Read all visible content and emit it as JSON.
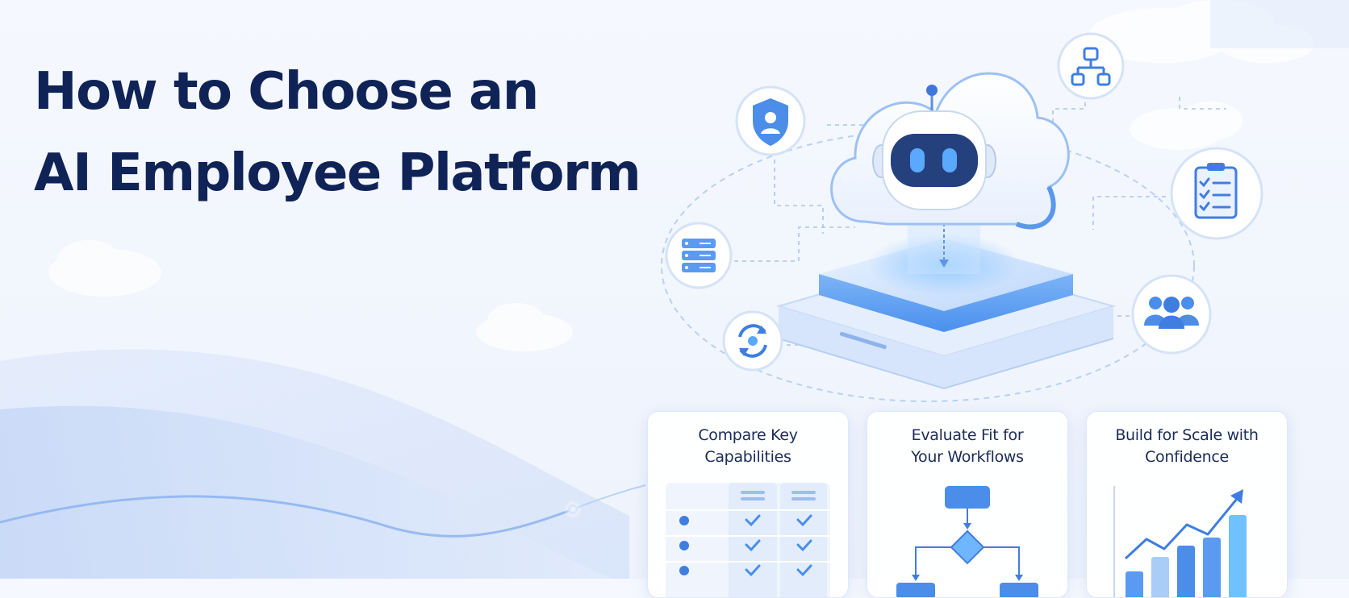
{
  "hero": {
    "title_line_1": "How to Choose an",
    "title_line_2": "AI Employee Platform"
  },
  "illustration": {
    "center": "cloud-robot-icon",
    "platform": "server-platform",
    "satellite_icons": [
      "shield-user-icon",
      "sitemap-icon",
      "clipboard-checklist-icon",
      "server-rack-icon",
      "sync-icon",
      "team-icon"
    ]
  },
  "cards": [
    {
      "title_line_1": "Compare Key",
      "title_line_2": "Capabilities",
      "graphic": "comparison-table-icon"
    },
    {
      "title_line_1": "Evaluate Fit for",
      "title_line_2": "Your Workflows",
      "graphic": "flowchart-icon"
    },
    {
      "title_line_1": "Build for Scale with",
      "title_line_2": "Confidence",
      "graphic": "growth-chart-icon"
    }
  ],
  "colors": {
    "title": "#0f2357",
    "accent": "#3b7ddd",
    "accent_light": "#7fb2f2",
    "background": "#f3f6fd"
  }
}
